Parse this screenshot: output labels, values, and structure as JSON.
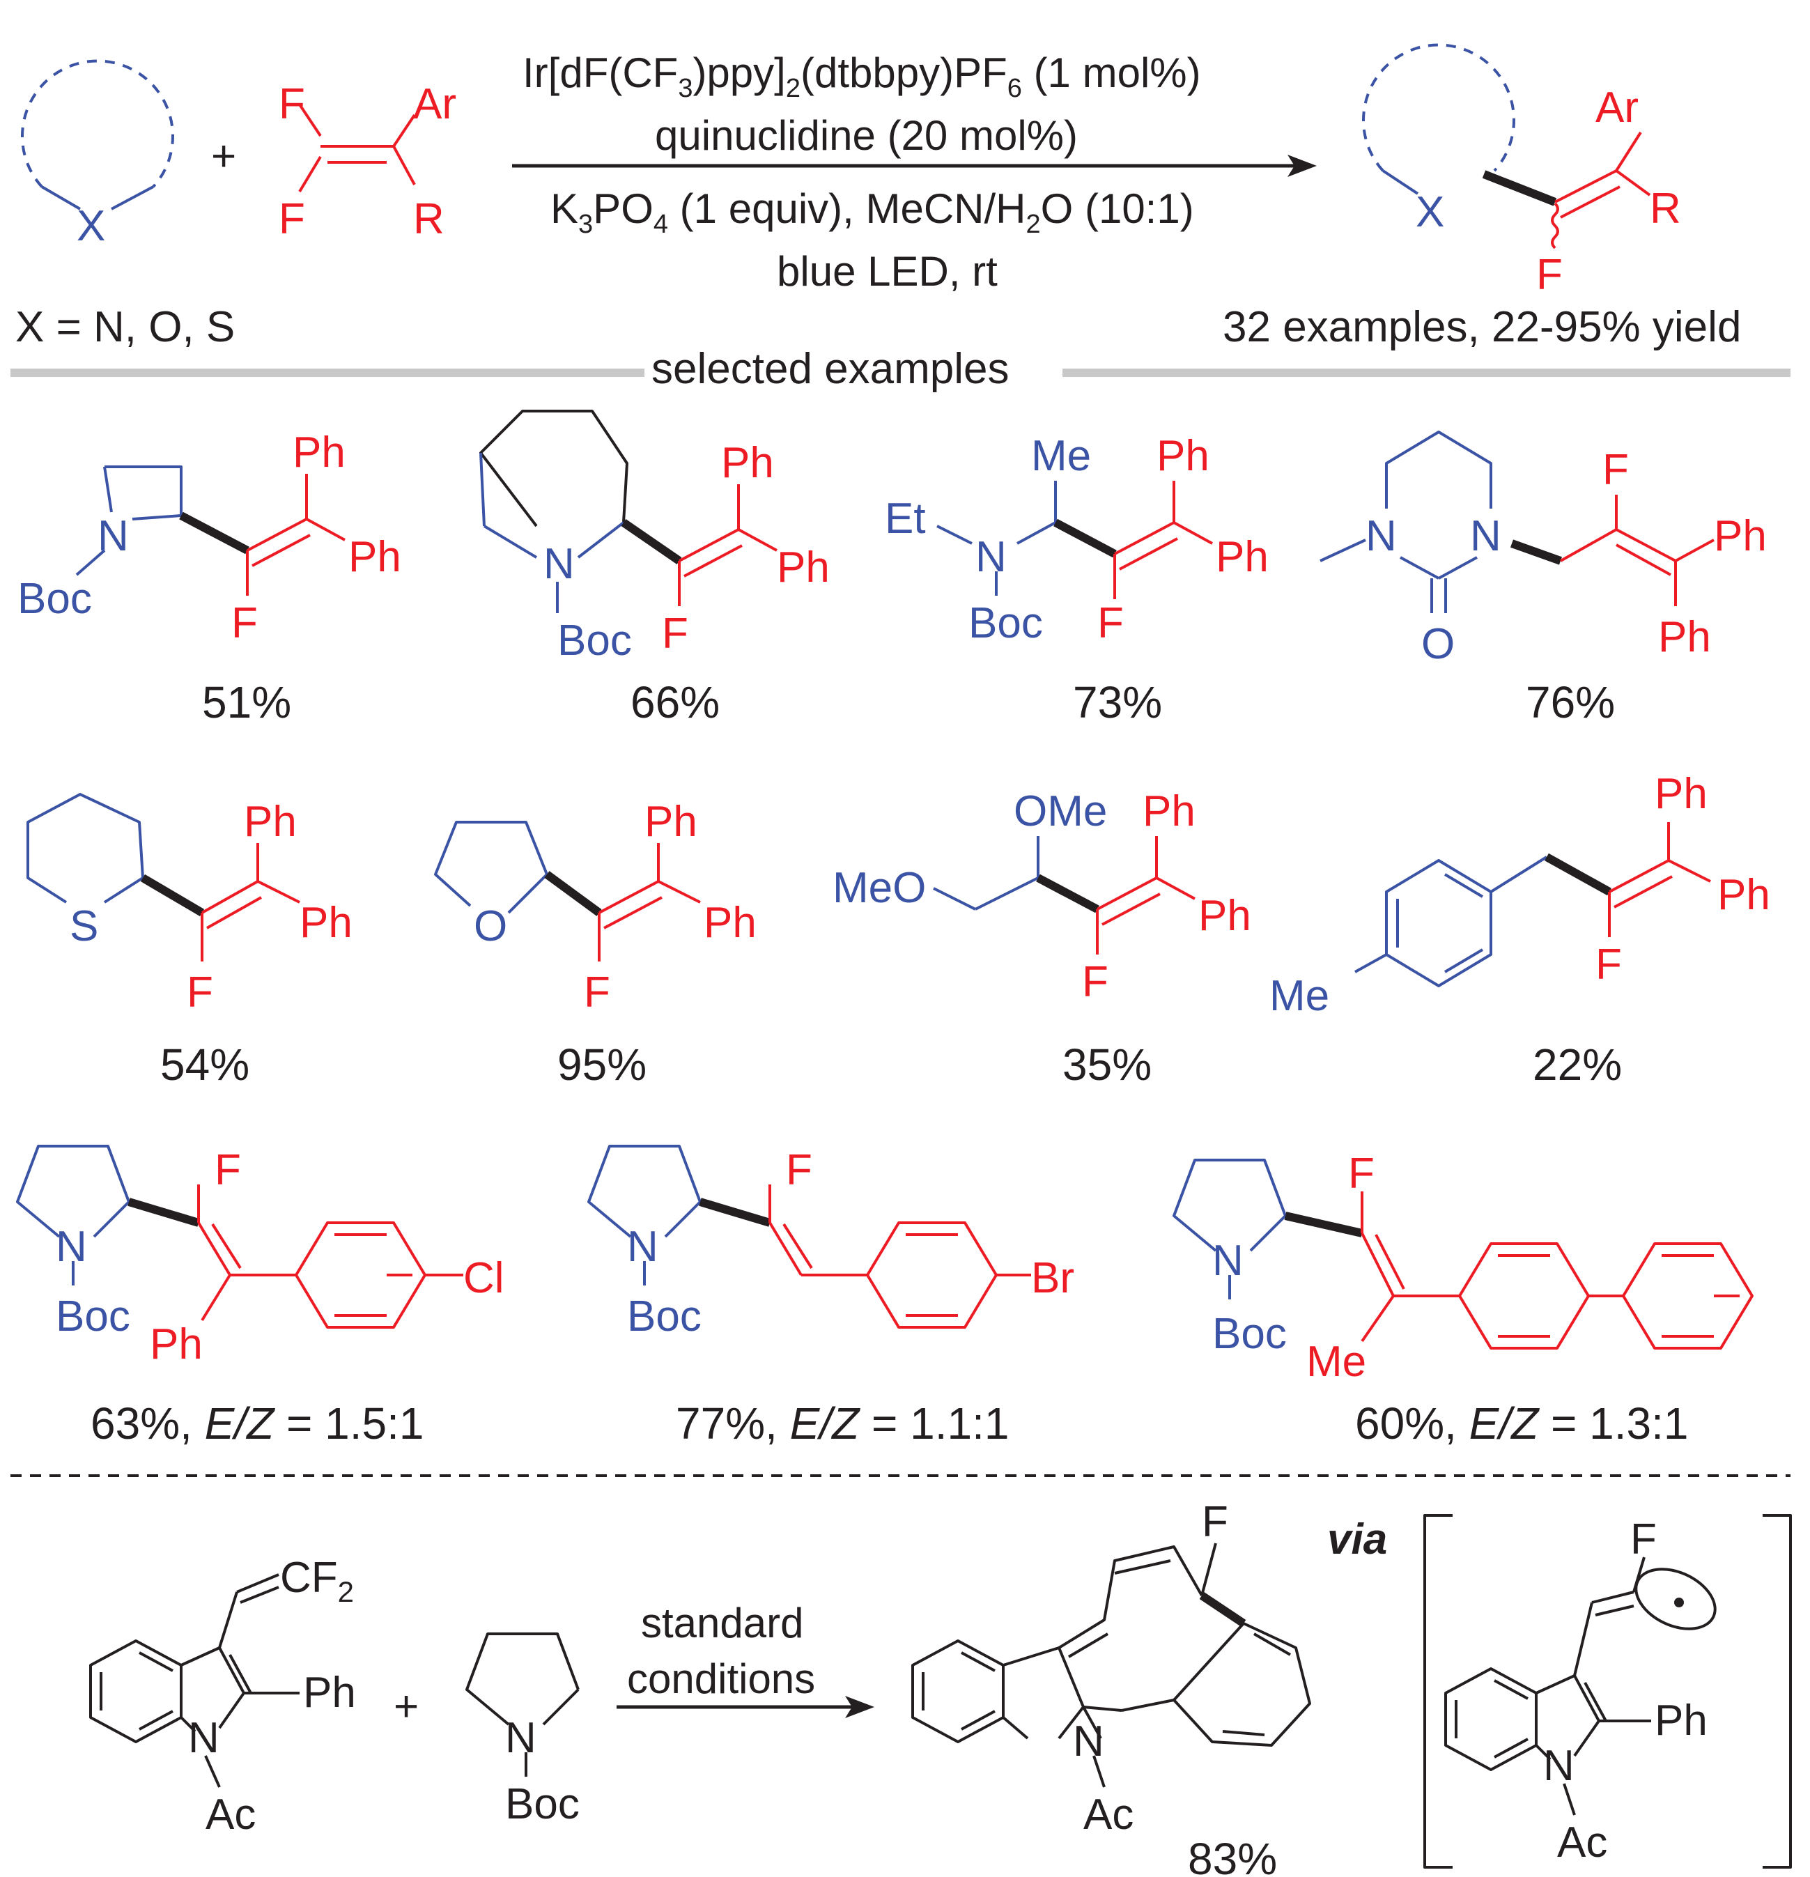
{
  "scheme": {
    "generic": {
      "ring_heteroatom": "X",
      "x_definition": "X = N, O, S",
      "alkene_f1": "F",
      "alkene_f2": "F",
      "alkene_ar": "Ar",
      "alkene_r": "R",
      "plus": "+",
      "product_x": "X",
      "product_ar": "Ar",
      "product_r": "R",
      "product_f": "F"
    },
    "conditions": {
      "catalyst_main": "Ir[dF(CF",
      "catalyst_sub3": "3",
      "catalyst_mid": ")ppy]",
      "catalyst_sub2": "2",
      "catalyst_mid2": "(dtbbpy)PF",
      "catalyst_sub6": "6",
      "catalyst_loading": " (1 mol%)",
      "additive": "quinuclidine (20 mol%)",
      "base_k": "K",
      "base_sub3": "3",
      "base_po": "PO",
      "base_sub4": "4",
      "base_rest": " (1 equiv), MeCN/H",
      "solvent_sub2": "2",
      "solvent_rest": "O (10:1)",
      "light": "blue LED, rt"
    },
    "scope_summary": "32 examples, 22-95% yield",
    "section_label": "selected examples",
    "examples": [
      {
        "yield": "51%"
      },
      {
        "yield": "66%"
      },
      {
        "yield": "73%"
      },
      {
        "yield": "76%"
      },
      {
        "yield": "54%"
      },
      {
        "yield": "95%"
      },
      {
        "yield": "35%"
      },
      {
        "yield": "22%"
      },
      {
        "yield": "63%, ",
        "ez_label": "E/Z",
        "ez_value": " = 1.5:1"
      },
      {
        "yield": "77%, ",
        "ez_label": "E/Z",
        "ez_value": " = 1.1:1"
      },
      {
        "yield": "60%, ",
        "ez_label": "E/Z",
        "ez_value": " = 1.3:1"
      }
    ],
    "atoms": {
      "ph": "Ph",
      "f": "F",
      "n": "N",
      "boc": "Boc",
      "me": "Me",
      "et": "Et",
      "o": "O",
      "s": "S",
      "ome": "OMe",
      "meo": "MeO",
      "cl": "Cl",
      "br": "Br",
      "ac": "Ac",
      "cf": "CF",
      "sub2": "2"
    },
    "mechanistic": {
      "conditions_line1": "standard",
      "conditions_line2": "conditions",
      "product_yield": "83%",
      "via_label": "via"
    }
  },
  "colors": {
    "substrate_blue": "#3b53a4",
    "alkene_red": "#ed1c24",
    "text_black": "#231f20",
    "separator_gray": "#c8c8c8"
  }
}
